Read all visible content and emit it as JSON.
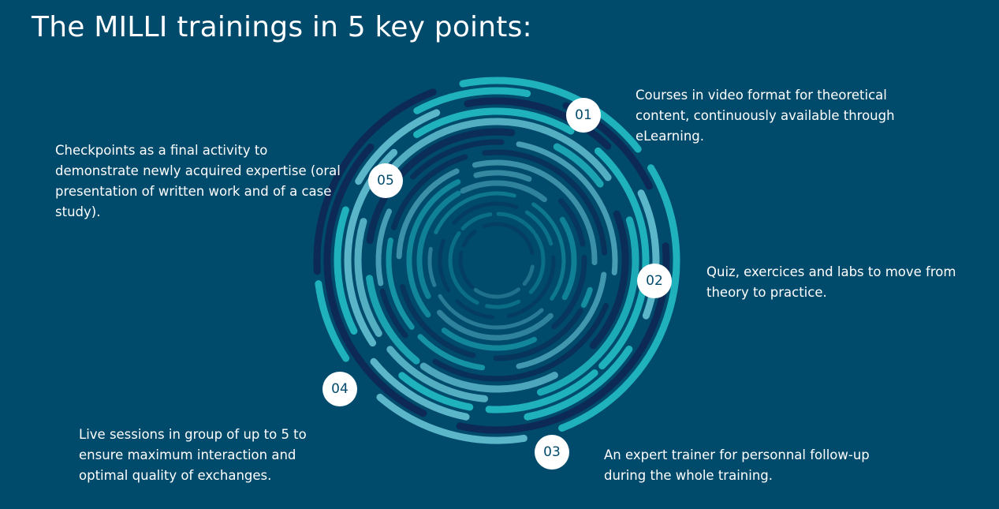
{
  "title": "The MILLI trainings in 5 key points:",
  "colors": {
    "background": "#004a6b",
    "ring_dark": "#0c2a55",
    "ring_teal": "#1fb2bd",
    "ring_light": "#5ab6c8",
    "badge_bg": "#ffffff",
    "badge_text": "#004a6b"
  },
  "points": [
    {
      "number": "01",
      "text": "Courses in video format for theoretical content, continuously available through eLearning."
    },
    {
      "number": "02",
      "text": "Quiz, exercices and labs to move from theory to practice."
    },
    {
      "number": "03",
      "text": "An expert trainer for personnal follow-up during the whole training."
    },
    {
      "number": "04",
      "text": "Live sessions in group of up to 5 to ensure maximum interaction and optimal quality of exchanges."
    },
    {
      "number": "05",
      "text": "Checkpoints as a final activity to demonstrate newly acquired expertise (oral presentation of written work and of a case study)."
    }
  ]
}
